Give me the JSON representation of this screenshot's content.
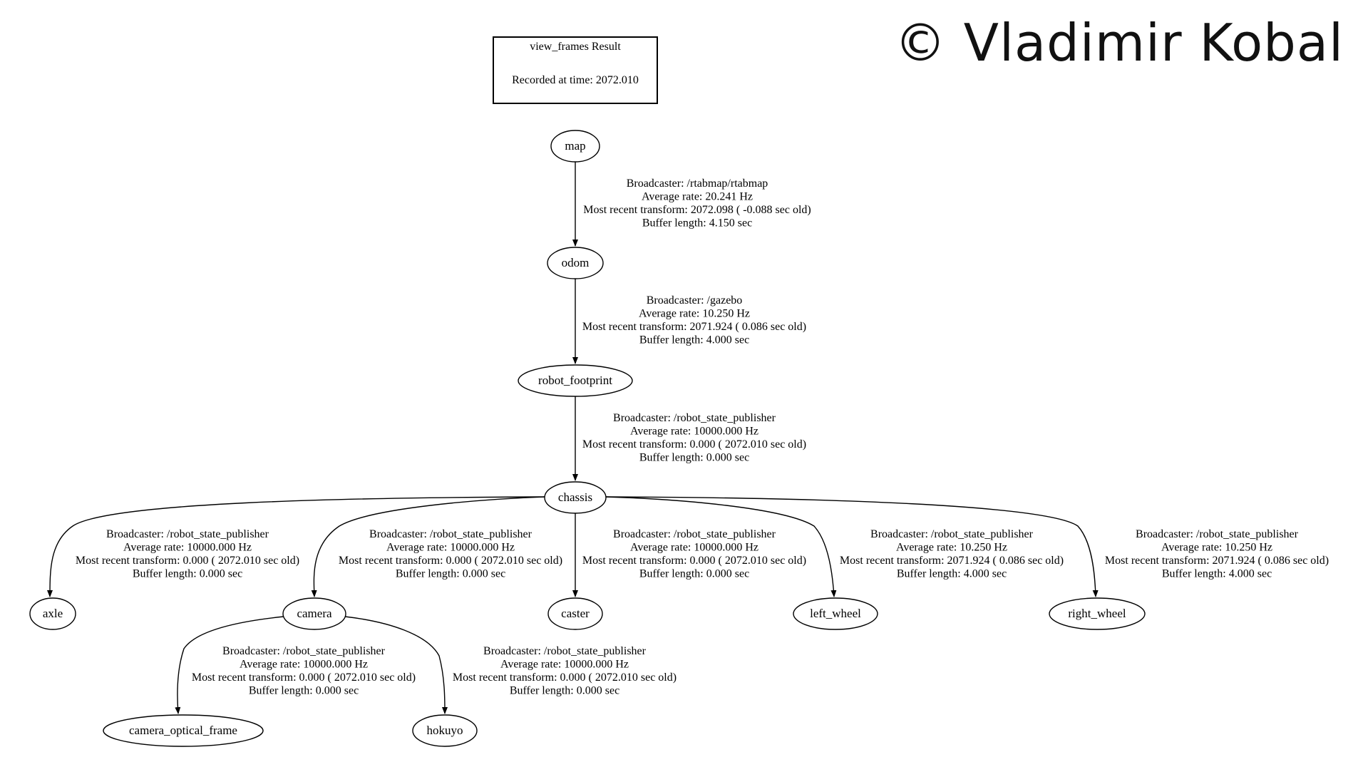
{
  "title_box": {
    "title": "view_frames Result",
    "recorded": "Recorded at time: 2072.010"
  },
  "watermark": "© Vladimir Kobal",
  "nodes": {
    "map": "map",
    "odom": "odom",
    "robot_footprint": "robot_footprint",
    "chassis": "chassis",
    "axle": "axle",
    "camera": "camera",
    "caster": "caster",
    "left_wheel": "left_wheel",
    "right_wheel": "right_wheel",
    "camera_optical_frame": "camera_optical_frame",
    "hokuyo": "hokuyo"
  },
  "edges": [
    {
      "id": "map-odom",
      "from": "map",
      "to": "odom",
      "lines": [
        "Broadcaster: /rtabmap/rtabmap",
        "Average rate: 20.241 Hz",
        "Most recent transform: 2072.098 ( -0.088 sec old)",
        "Buffer length: 4.150 sec"
      ]
    },
    {
      "id": "odom-robot_footprint",
      "from": "odom",
      "to": "robot_footprint",
      "lines": [
        "Broadcaster: /gazebo",
        "Average rate: 10.250 Hz",
        "Most recent transform: 2071.924 ( 0.086 sec old)",
        "Buffer length: 4.000 sec"
      ]
    },
    {
      "id": "robot_footprint-chassis",
      "from": "robot_footprint",
      "to": "chassis",
      "lines": [
        "Broadcaster: /robot_state_publisher",
        "Average rate: 10000.000 Hz",
        "Most recent transform: 0.000 ( 2072.010 sec old)",
        "Buffer length: 0.000 sec"
      ]
    },
    {
      "id": "chassis-axle",
      "from": "chassis",
      "to": "axle",
      "lines": [
        "Broadcaster: /robot_state_publisher",
        "Average rate: 10000.000 Hz",
        "Most recent transform: 0.000 ( 2072.010 sec old)",
        "Buffer length: 0.000 sec"
      ]
    },
    {
      "id": "chassis-camera",
      "from": "chassis",
      "to": "camera",
      "lines": [
        "Broadcaster: /robot_state_publisher",
        "Average rate: 10000.000 Hz",
        "Most recent transform: 0.000 ( 2072.010 sec old)",
        "Buffer length: 0.000 sec"
      ]
    },
    {
      "id": "chassis-caster",
      "from": "chassis",
      "to": "caster",
      "lines": [
        "Broadcaster: /robot_state_publisher",
        "Average rate: 10000.000 Hz",
        "Most recent transform: 0.000 ( 2072.010 sec old)",
        "Buffer length: 0.000 sec"
      ]
    },
    {
      "id": "chassis-left_wheel",
      "from": "chassis",
      "to": "left_wheel",
      "lines": [
        "Broadcaster: /robot_state_publisher",
        "Average rate: 10.250 Hz",
        "Most recent transform: 2071.924 ( 0.086 sec old)",
        "Buffer length: 4.000 sec"
      ]
    },
    {
      "id": "chassis-right_wheel",
      "from": "chassis",
      "to": "right_wheel",
      "lines": [
        "Broadcaster: /robot_state_publisher",
        "Average rate: 10.250 Hz",
        "Most recent transform: 2071.924 ( 0.086 sec old)",
        "Buffer length: 4.000 sec"
      ]
    },
    {
      "id": "camera-camera_optical_frame",
      "from": "camera",
      "to": "camera_optical_frame",
      "lines": [
        "Broadcaster: /robot_state_publisher",
        "Average rate: 10000.000 Hz",
        "Most recent transform: 0.000 ( 2072.010 sec old)",
        "Buffer length: 0.000 sec"
      ]
    },
    {
      "id": "camera-hokuyo",
      "from": "camera",
      "to": "hokuyo",
      "lines": [
        "Broadcaster: /robot_state_publisher",
        "Average rate: 10000.000 Hz",
        "Most recent transform: 0.000 ( 2072.010 sec old)",
        "Buffer length: 0.000 sec"
      ]
    }
  ]
}
